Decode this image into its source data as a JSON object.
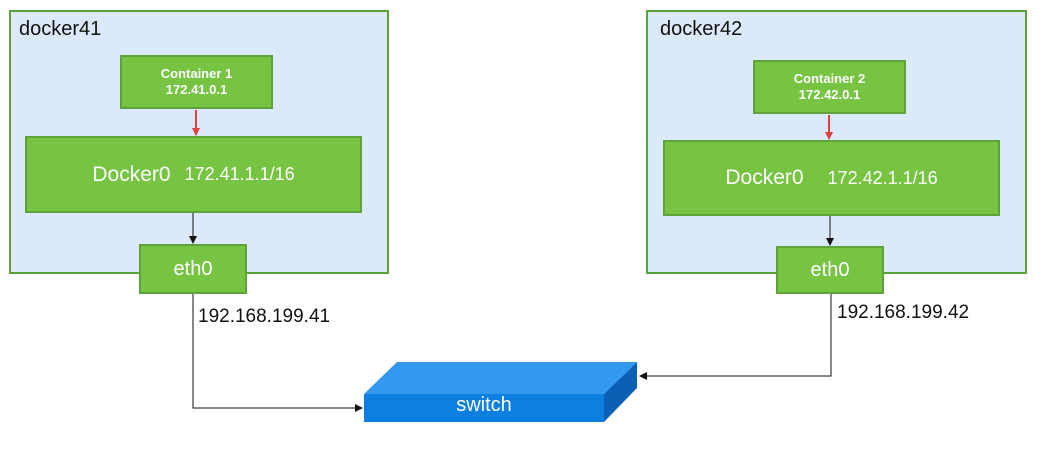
{
  "hosts": [
    {
      "name": "docker41",
      "container": {
        "title": "Container 1",
        "ip": "172.41.0.1"
      },
      "bridge": {
        "name": "Docker0",
        "ip": "172.41.1.1/16"
      },
      "nic": {
        "name": "eth0",
        "ip": "192.168.199.41"
      }
    },
    {
      "name": "docker42",
      "container": {
        "title": "Container 2",
        "ip": "172.42.0.1"
      },
      "bridge": {
        "name": "Docker0",
        "ip": "172.42.1.1/16"
      },
      "nic": {
        "name": "eth0",
        "ip": "192.168.199.42"
      }
    }
  ],
  "switch": {
    "label": "switch"
  },
  "colors": {
    "host_bg": "#dbe9fa",
    "host_border": "#5aa23a",
    "box_fill": "#76c442",
    "box_border": "#5ea33a",
    "container_link": "#e04040",
    "switch_top": "#3399ee",
    "switch_front": "#0d7fe0",
    "switch_side": "#0b5fb5"
  }
}
